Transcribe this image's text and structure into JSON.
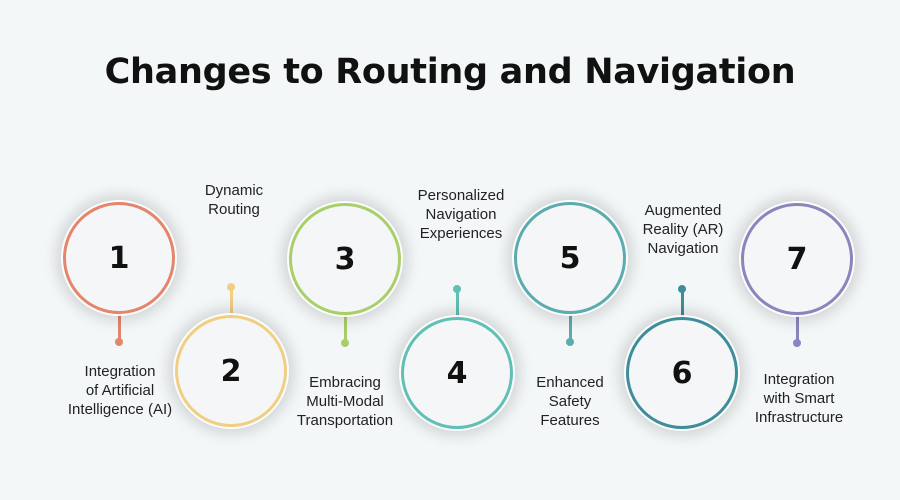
{
  "title": "Changes to Routing and Navigation",
  "steps": [
    {
      "number": "1",
      "label": "Integration\nof Artificial\nIntelligence (AI)",
      "color": "#e4866c"
    },
    {
      "number": "2",
      "label": "Dynamic\nRouting",
      "color": "#f0cf83"
    },
    {
      "number": "3",
      "label": "Embracing\nMulti-Modal\nTransportation",
      "color": "#a8cf69"
    },
    {
      "number": "4",
      "label": "Personalized\nNavigation\nExperiences",
      "color": "#60c0b6"
    },
    {
      "number": "5",
      "label": "Enhanced\nSafety\nFeatures",
      "color": "#5cabaf"
    },
    {
      "number": "6",
      "label": "Augmented\nReality (AR)\nNavigation",
      "color": "#3e8e99"
    },
    {
      "number": "7",
      "label": "Integration\nwith Smart\nInfrastructure",
      "color": "#8a86bd"
    }
  ]
}
